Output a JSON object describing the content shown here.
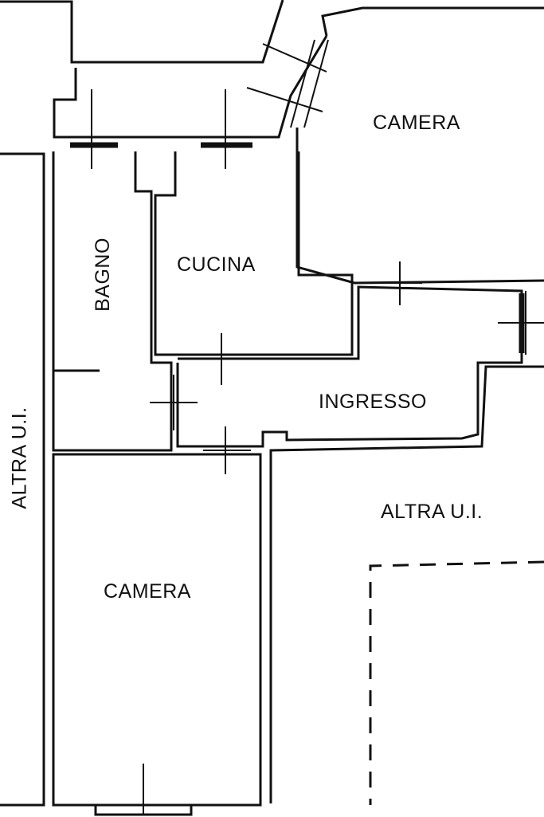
{
  "rooms": {
    "camera_top": "CAMERA",
    "bagno": "BAGNO",
    "cucina": "CUCINA",
    "ingresso": "INGRESSO",
    "altra_left": "ALTRA U.I.",
    "altra_right": "ALTRA U.I.",
    "camera_bottom": "CAMERA"
  },
  "colors": {
    "wall": "#111111",
    "background": "#ffffff"
  }
}
